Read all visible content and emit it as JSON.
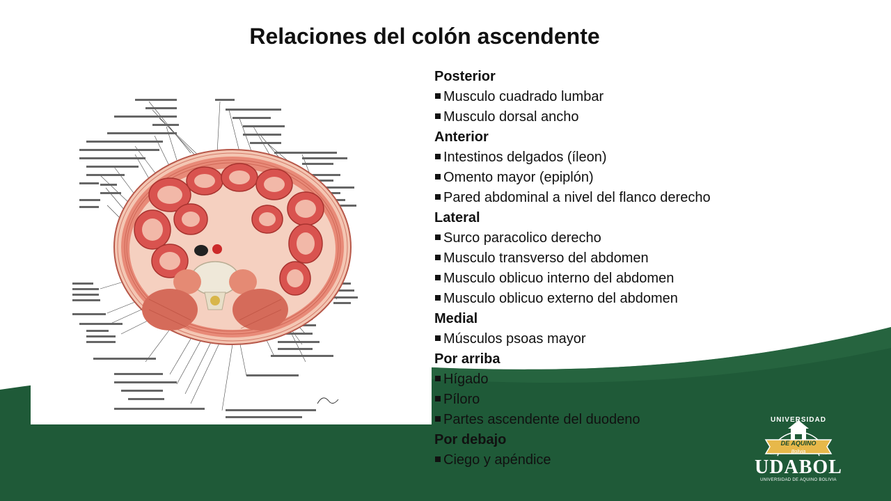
{
  "title": "Relaciones del colón ascendente",
  "sections": [
    {
      "heading": "Posterior",
      "items": [
        "Musculo cuadrado lumbar",
        "Musculo dorsal ancho"
      ]
    },
    {
      "heading": "Anterior",
      "items": [
        "Intestinos delgados (íleon)",
        "Omento mayor (epiplón)",
        "Pared abdominal a nivel del flanco derecho"
      ]
    },
    {
      "heading": "Lateral",
      "items": [
        "Surco paracolico derecho",
        "Musculo transverso del abdomen",
        "Musculo oblicuo interno del abdomen",
        "Musculo oblicuo externo del abdomen"
      ]
    },
    {
      "heading": "Medial",
      "items": [
        "Músculos psoas mayor"
      ]
    },
    {
      "heading": "Por arriba",
      "items": [
        "Hígado",
        "Píloro",
        "Partes ascendente del duodeno"
      ]
    },
    {
      "heading": "Por debajo",
      "items": [
        "Ciego y apéndice"
      ]
    }
  ],
  "logo": {
    "arc_text": "UNIVERSIDAD",
    "banner": "DE AQUINO",
    "script": "Bolivia",
    "name": "UDABOL",
    "subtitle": "UNIVERSIDAD DE AQUINO BOLIVIA"
  },
  "colors": {
    "brand_green": "#1f5a38",
    "accent_orange": "#e8893a",
    "tissue_red": "#d9534f",
    "tissue_pink": "#f2b8a8"
  },
  "icons": [
    "bullet-square-icon",
    "udabol-logo-icon",
    "anatomy-cross-section-illustration"
  ]
}
